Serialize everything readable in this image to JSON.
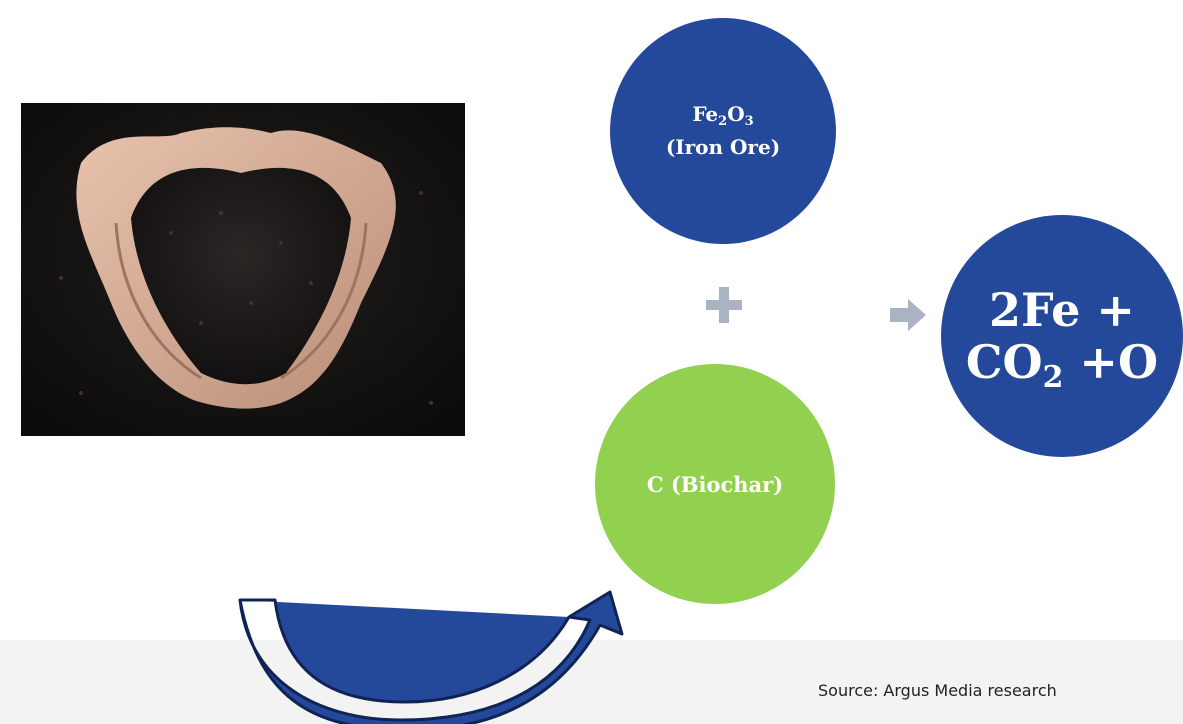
{
  "iron_ore": {
    "formula_base": "Fe",
    "sub1": "2",
    "formula_mid": "O",
    "sub2": "3",
    "name": "(Iron Ore)"
  },
  "biochar": {
    "label": "C (Biochar)"
  },
  "product": {
    "line1": "2Fe +",
    "co_base": "CO",
    "co_sub": "2",
    "line2_tail": " +O"
  },
  "source": "Source: Argus Media research",
  "icons": {
    "plus": "plus-icon",
    "arrow": "right-arrow-icon",
    "curved": "curved-arrow-icon"
  },
  "colors": {
    "navy": "#24499a",
    "green": "#92d050",
    "operator_gray": "#a9b3c4",
    "footer": "#f3f3f3"
  }
}
